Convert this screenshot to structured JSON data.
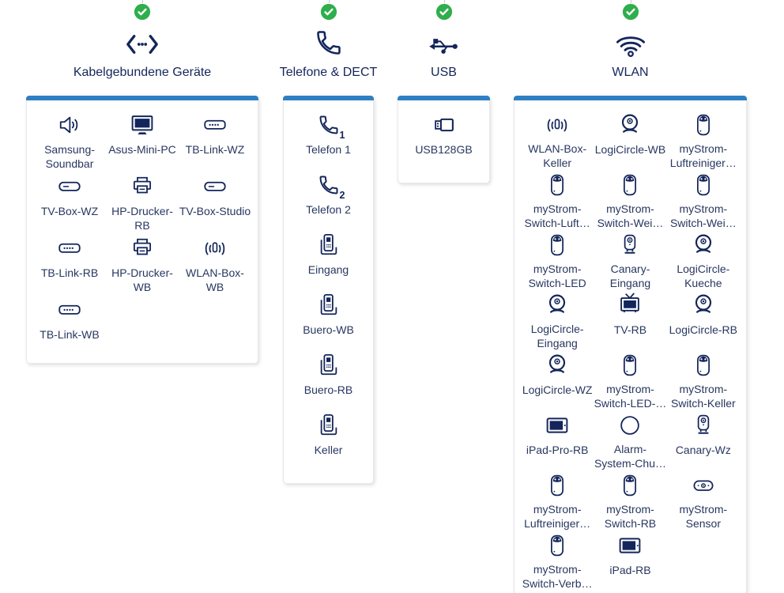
{
  "colors": {
    "accent_blue": "#2f80c3",
    "status_green": "#2fae4c",
    "icon_navy": "#13255a",
    "label_text": "#283760"
  },
  "columns": [
    {
      "id": "wired",
      "title": "Kabelgebundene Geräte",
      "status": "ok",
      "header_icon": "ethernet-icon",
      "devices": [
        {
          "label": "Samsung-Soundbar",
          "icon": "speaker-icon"
        },
        {
          "label": "Asus-Mini-PC",
          "icon": "monitor-icon"
        },
        {
          "label": "TB-Link-WZ",
          "icon": "network-switch-icon"
        },
        {
          "label": "TV-Box-WZ",
          "icon": "settop-box-icon"
        },
        {
          "label": "HP-Drucker-RB",
          "icon": "printer-icon"
        },
        {
          "label": "TV-Box-Studio",
          "icon": "settop-box-icon"
        },
        {
          "label": "TB-Link-RB",
          "icon": "network-switch-icon"
        },
        {
          "label": "HP-Drucker-WB",
          "icon": "printer-icon"
        },
        {
          "label": "WLAN-Box-WB",
          "icon": "wlan-repeater-icon"
        },
        {
          "label": "TB-Link-WB",
          "icon": "network-switch-icon"
        }
      ]
    },
    {
      "id": "phones",
      "title": "Telefone & DECT",
      "status": "ok",
      "header_icon": "phone-icon",
      "devices": [
        {
          "label": "Telefon 1",
          "icon": "analog-phone-icon",
          "badge": "1"
        },
        {
          "label": "Telefon 2",
          "icon": "analog-phone-icon",
          "badge": "2"
        },
        {
          "label": "Eingang",
          "icon": "dect-handset-icon"
        },
        {
          "label": "Buero-WB",
          "icon": "dect-handset-icon"
        },
        {
          "label": "Buero-RB",
          "icon": "dect-handset-icon"
        },
        {
          "label": "Keller",
          "icon": "dect-handset-icon"
        }
      ]
    },
    {
      "id": "usb",
      "title": "USB",
      "status": "ok",
      "header_icon": "usb-icon",
      "devices": [
        {
          "label": "USB128GB",
          "icon": "usb-stick-icon"
        }
      ]
    },
    {
      "id": "wlan",
      "title": "WLAN",
      "status": "ok",
      "header_icon": "wifi-icon",
      "devices": [
        {
          "label": "WLAN-Box-Keller",
          "icon": "wlan-repeater-icon"
        },
        {
          "label": "LogiCircle-WB",
          "icon": "webcam-icon"
        },
        {
          "label": "myStrom-Luftreiniger…",
          "icon": "smart-plug-icon"
        },
        {
          "label": "myStrom-Switch-Luft…",
          "icon": "smart-plug-icon"
        },
        {
          "label": "myStrom-Switch-Wei…",
          "icon": "smart-plug-icon"
        },
        {
          "label": "myStrom-Switch-Wei…",
          "icon": "smart-plug-icon"
        },
        {
          "label": "myStrom-Switch-LED",
          "icon": "smart-plug-icon"
        },
        {
          "label": "Canary-Eingang",
          "icon": "canary-cam-icon"
        },
        {
          "label": "LogiCircle-Kueche",
          "icon": "webcam-icon"
        },
        {
          "label": "LogiCircle-Eingang",
          "icon": "webcam-icon"
        },
        {
          "label": "TV-RB",
          "icon": "tv-icon"
        },
        {
          "label": "LogiCircle-RB",
          "icon": "webcam-icon"
        },
        {
          "label": "LogiCircle-WZ",
          "icon": "webcam-icon"
        },
        {
          "label": "myStrom-Switch-LED-…",
          "icon": "smart-plug-icon"
        },
        {
          "label": "myStrom-Switch-Keller",
          "icon": "smart-plug-icon"
        },
        {
          "label": "iPad-Pro-RB",
          "icon": "tablet-icon"
        },
        {
          "label": "Alarm-System-Chu…",
          "icon": "alarm-circle-icon"
        },
        {
          "label": "Canary-Wz",
          "icon": "canary-cam-icon"
        },
        {
          "label": "myStrom-Luftreiniger…",
          "icon": "smart-plug-icon"
        },
        {
          "label": "myStrom-Switch-RB",
          "icon": "smart-plug-icon"
        },
        {
          "label": "myStrom-Sensor",
          "icon": "sensor-icon"
        },
        {
          "label": "myStrom-Switch-Verb…",
          "icon": "smart-plug-icon"
        },
        {
          "label": "iPad-RB",
          "icon": "tablet-icon"
        }
      ]
    }
  ]
}
